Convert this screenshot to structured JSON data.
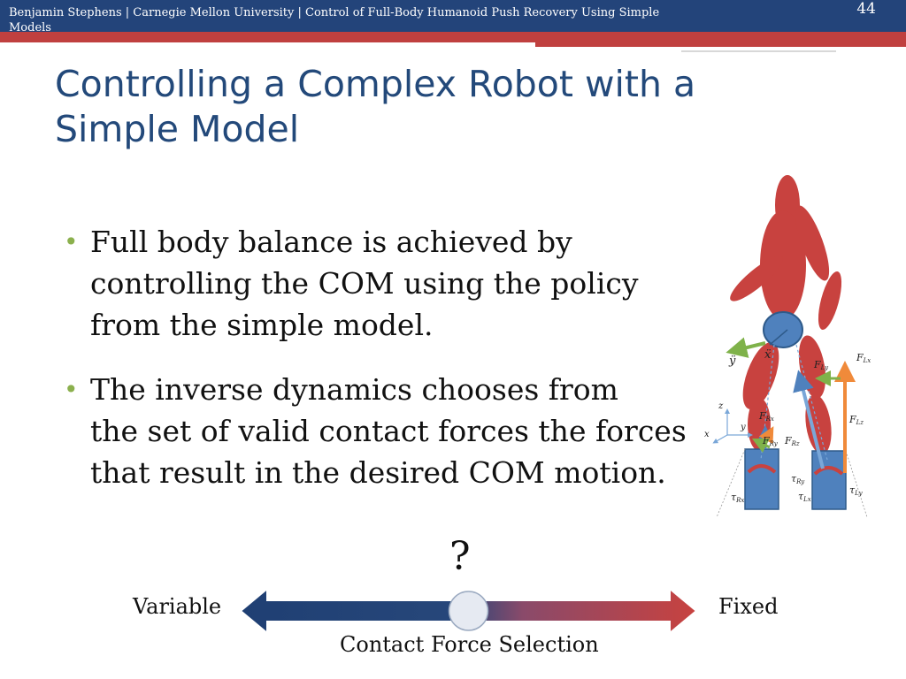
{
  "header": {
    "text": "Benjamin Stephens | Carnegie Mellon University | Control of Full-Body Humanoid Push Recovery Using Simple Models",
    "slide_number": "44"
  },
  "title": "Controlling a Complex Robot with a Simple Model",
  "bullets": [
    "Full body balance is achieved by controlling the COM using the policy from the simple model.",
    "The inverse dynamics chooses from the set of valid contact forces the forces that result in the desired COM motion."
  ],
  "bullet_lines": [
    [
      "Full body balance is achieved by",
      "controlling the COM using the policy",
      "from the simple model."
    ],
    [
      "The inverse dynamics chooses from",
      "the set of valid contact forces the forces",
      "that result in the desired COM motion."
    ]
  ],
  "slider": {
    "question": "?",
    "left_label": "Variable",
    "right_label": "Fixed",
    "caption": "Contact Force Selection",
    "position": 0.5
  },
  "figure_labels": {
    "xdd": "ẍ",
    "ydd": "ÿ",
    "z": "z",
    "y": "y",
    "x": "x",
    "FLx": "F",
    "FLx_sub": "Lx",
    "FLy": "F",
    "FLy_sub": "Ly",
    "FLz": "F",
    "FLz_sub": "Lz",
    "FRx": "F",
    "FRx_sub": "Rx",
    "FRy": "F",
    "FRy_sub": "Ry",
    "FRz": "F",
    "FRz_sub": "Rz",
    "tRx": "τ",
    "tRx_sub": "Rx",
    "tRy": "τ",
    "tRy_sub": "Ry",
    "tLx": "τ",
    "tLx_sub": "Lx",
    "tLy": "τ",
    "tLy_sub": "Ly"
  },
  "colors": {
    "header_blue": "#23447a",
    "header_red": "#c0403f",
    "title_blue": "#23497a",
    "bullet_green": "#8bb04d",
    "robot_red": "#c8423f",
    "foot_blue": "#4f81bd"
  }
}
